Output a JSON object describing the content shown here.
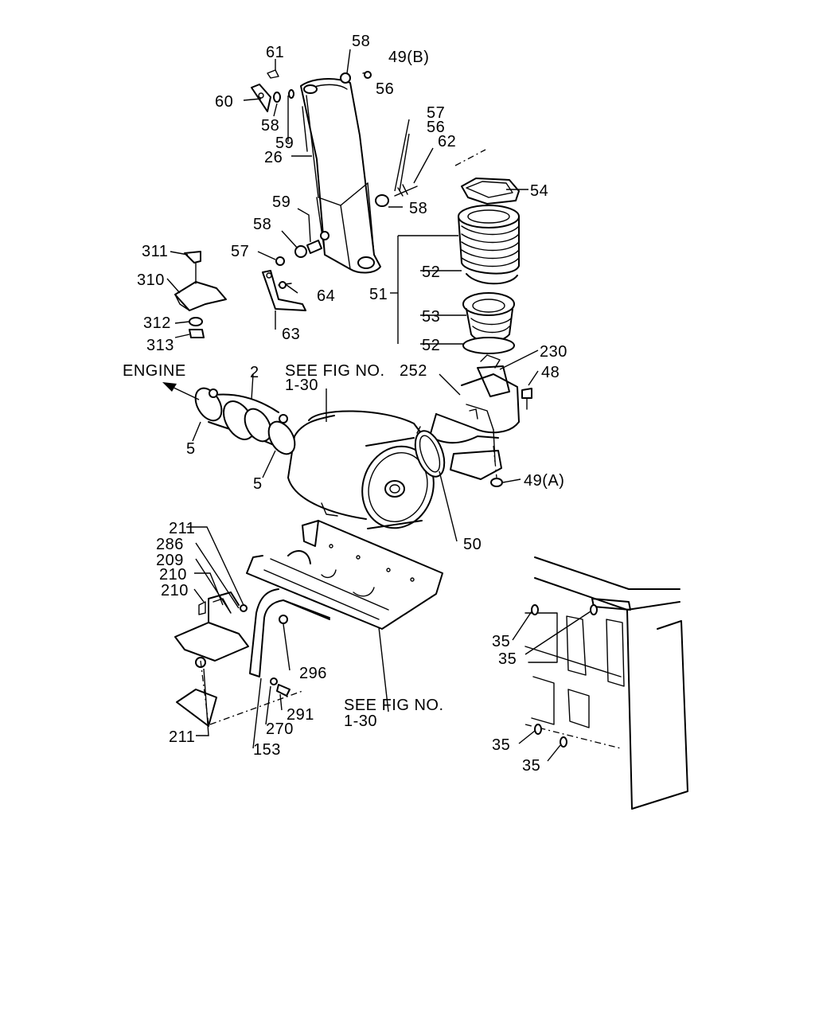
{
  "callouts": {
    "c61": "61",
    "c58a": "58",
    "c49b": "49(B)",
    "c56a": "56",
    "c60": "60",
    "c58b": "58",
    "c59a": "59",
    "c26": "26",
    "c57a": "57",
    "c56b": "56",
    "c62": "62",
    "c54": "54",
    "c58c": "58",
    "c59b": "59",
    "c58d": "58",
    "c311": "311",
    "c57b": "57",
    "c310": "310",
    "c52a": "52",
    "c64": "64",
    "c51": "51",
    "c312": "312",
    "c53": "53",
    "c63": "63",
    "c313": "313",
    "c52b": "52",
    "c230": "230",
    "c48": "48",
    "c2": "2",
    "c252": "252",
    "c5a": "5",
    "c5b": "5",
    "c49a": "49(A)",
    "c50": "50",
    "c211a": "211",
    "c286": "286",
    "c209": "209",
    "c210a": "210",
    "c210b": "210",
    "c296": "296",
    "c291": "291",
    "c270": "270",
    "c153": "153",
    "c211b": "211",
    "c35a": "35",
    "c35b": "35",
    "c35c": "35",
    "c35d": "35"
  },
  "notes": {
    "engine": "ENGINE",
    "see1_line1": "SEE FIG NO.",
    "see1_line2": "1-30",
    "see2_line1": "SEE FIG NO.",
    "see2_line2": "1-30"
  }
}
